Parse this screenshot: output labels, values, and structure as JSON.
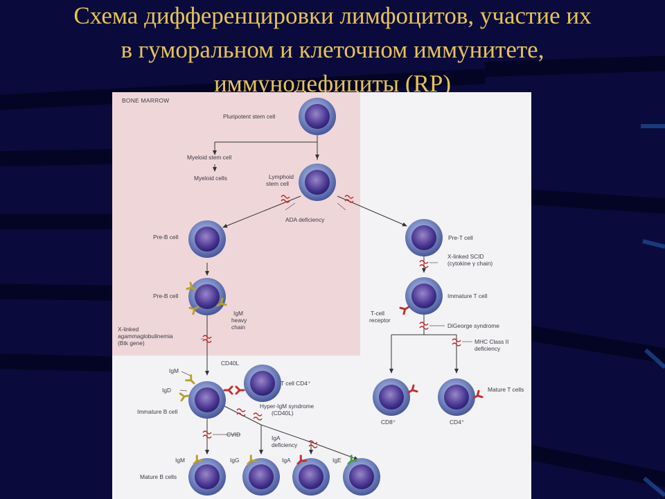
{
  "slide": {
    "title_lines": [
      "Схема дифференцировки лимфоцитов, участие их",
      "в гуморальном и клеточном иммунитете,",
      "иммунодефициты (RP)"
    ]
  },
  "diagram": {
    "region_label": "BONE MARROW",
    "cells": {
      "pluripotent": "Pluripotent stem cell",
      "myeloid_stem": "Myeloid stem cell",
      "myeloid_cells": "Myeloid cells",
      "lymphoid_1": "Lymphoid",
      "lymphoid_2": "stem cell",
      "pre_b_1": "Pre-B cell",
      "pre_b_2": "Pre-B cell",
      "pre_t": "Pre-T cell",
      "immature_t": "Immature T cell",
      "immature_b": "Immature B cell",
      "mature_b": "Mature B cells",
      "mature_t": "Mature T cells",
      "t_cell_cd4": "T cell CD4⁺",
      "cd8": "CD8⁺",
      "cd4": "CD4⁺"
    },
    "receptors": {
      "igm_heavy_1": "IgM",
      "igm_heavy_2": "heavy",
      "igm_heavy_3": "chain",
      "tcr_1": "T-cell",
      "tcr_2": "receptor",
      "igm": "IgM",
      "igd": "IgD",
      "cd40l": "CD40L",
      "igm_out": "IgM",
      "igg_out": "IgG",
      "iga_out": "IgA",
      "ige_out": "IgE"
    },
    "defects": {
      "ada": "ADA deficiency",
      "scid_1": "X-linked SCID",
      "scid_2": "(cytokine γ chain)",
      "digeorge": "DiGeorge syndrome",
      "mhc_1": "MHC Class II",
      "mhc_2": "deficiency",
      "xla_1": "X-linked",
      "xla_2": "agammaglobulinemia",
      "xla_3": "(Btk gene)",
      "hyper_igm_1": "Hyper-IgM syndrome",
      "hyper_igm_2": "(CD40L)",
      "cvid": "CVID",
      "iga_def_1": "IgA",
      "iga_def_2": "deficiency"
    }
  }
}
